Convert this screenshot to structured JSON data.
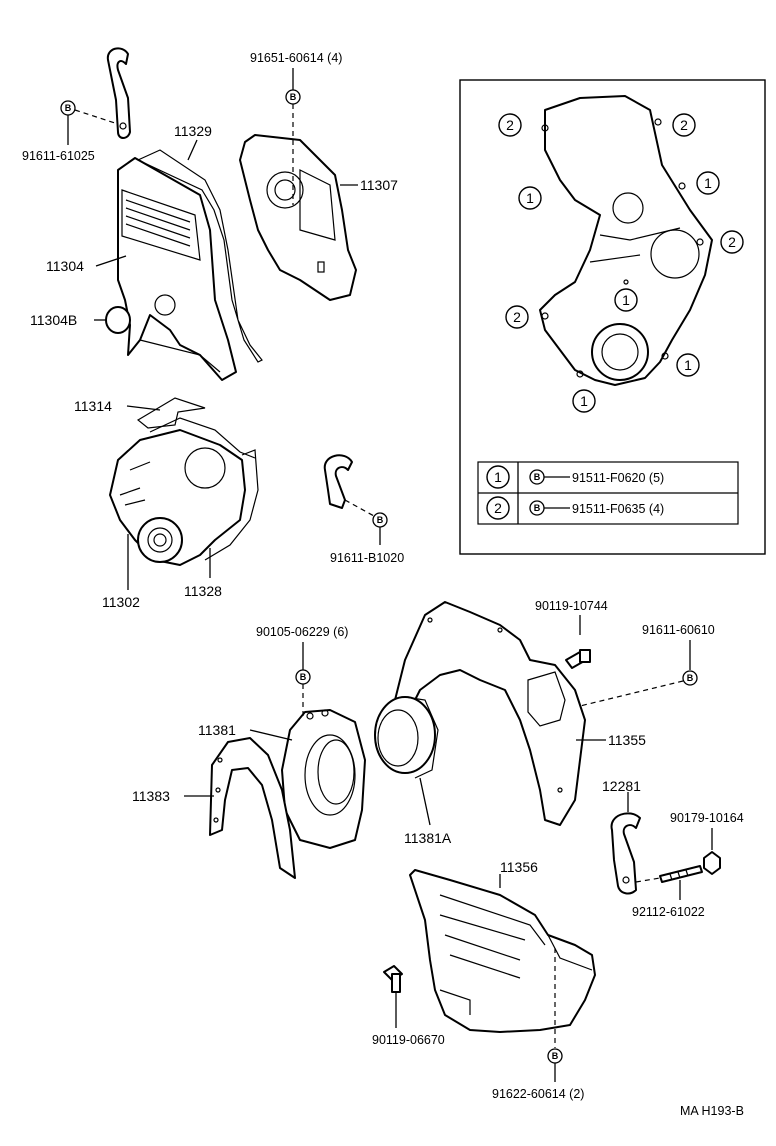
{
  "parts": {
    "p11304": "11304",
    "p11329": "11329",
    "p11307": "11307",
    "p11304B": "11304B",
    "p11314": "11314",
    "p11302": "11302",
    "p11328": "11328",
    "p11381": "11381",
    "p11383": "11383",
    "p11381A": "11381A",
    "p11355": "11355",
    "p11356": "11356",
    "p12281": "12281"
  },
  "bolts": {
    "b91611_61025": "91611-61025",
    "b91651_60614": "91651-60614 (4)",
    "b91611_B1020": "91611-B1020",
    "b90105_06229": "90105-06229 (6)",
    "b90119_10744": "90119-10744",
    "b91611_60610": "91611-60610",
    "b90179_10164": "90179-10164",
    "b92112_61022": "92112-61022",
    "b90119_06670": "90119-06670",
    "b91622_60614": "91622-60614 (2)"
  },
  "inset": {
    "marker1": "1",
    "marker2": "2",
    "bolt_symbol": "B",
    "legend": [
      {
        "num": "1",
        "part": "91511-F0620 (5)"
      },
      {
        "num": "2",
        "part": "91511-F0635 (4)"
      }
    ]
  },
  "footer": {
    "code": "MA H193-B"
  }
}
